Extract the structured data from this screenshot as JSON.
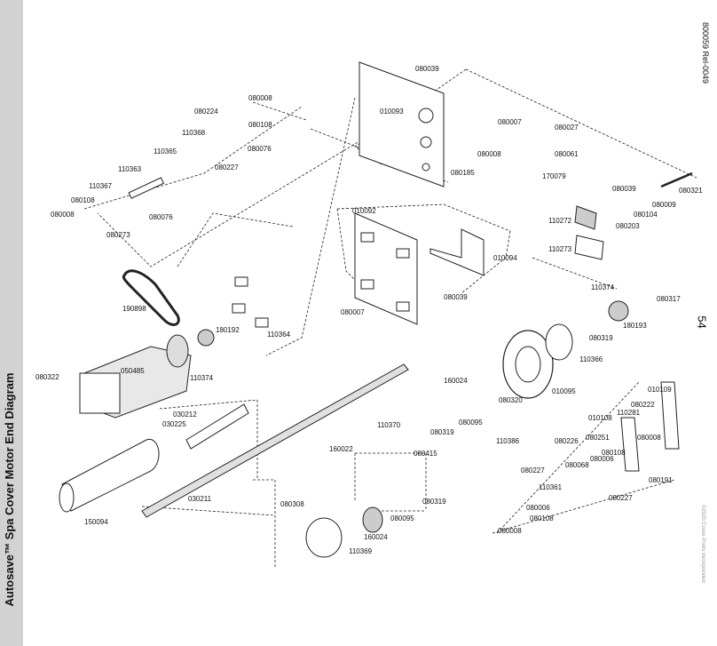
{
  "doc": {
    "title": "Autosave™ Spa Cover Motor End Diagram",
    "code": "800059 Rel-0049",
    "page": "54",
    "copyright": "©2020 Cover-Pools Incorporated"
  },
  "parts": [
    {
      "id": "p-080039a",
      "label": "080039"
    },
    {
      "id": "p-010093",
      "label": "010093"
    },
    {
      "id": "p-080007a",
      "label": "080007"
    },
    {
      "id": "p-080008a",
      "label": "080008"
    },
    {
      "id": "p-080185",
      "label": "080185"
    },
    {
      "id": "p-080224",
      "label": "080224"
    },
    {
      "id": "p-080008b",
      "label": "080008"
    },
    {
      "id": "p-080108a",
      "label": "080108"
    },
    {
      "id": "p-110368",
      "label": "110368"
    },
    {
      "id": "p-080076a",
      "label": "080076"
    },
    {
      "id": "p-110365",
      "label": "110365"
    },
    {
      "id": "p-080227a",
      "label": "080227"
    },
    {
      "id": "p-110363",
      "label": "110363"
    },
    {
      "id": "p-110367",
      "label": "110367"
    },
    {
      "id": "p-080108b",
      "label": "080108"
    },
    {
      "id": "p-080008c",
      "label": "080008"
    },
    {
      "id": "p-080076b",
      "label": "080076"
    },
    {
      "id": "p-080273",
      "label": "080273"
    },
    {
      "id": "p-080027",
      "label": "080027"
    },
    {
      "id": "p-080061",
      "label": "080061"
    },
    {
      "id": "p-170079",
      "label": "170079"
    },
    {
      "id": "p-080039b",
      "label": "080039"
    },
    {
      "id": "p-080321",
      "label": "080321"
    },
    {
      "id": "p-080009",
      "label": "080009"
    },
    {
      "id": "p-080104",
      "label": "080104"
    },
    {
      "id": "p-110272",
      "label": "110272"
    },
    {
      "id": "p-080203",
      "label": "080203"
    },
    {
      "id": "p-110273",
      "label": "110273"
    },
    {
      "id": "p-010092",
      "label": "010092"
    },
    {
      "id": "p-010094",
      "label": "010094"
    },
    {
      "id": "p-080039c",
      "label": "080039"
    },
    {
      "id": "p-080007b",
      "label": "080007"
    },
    {
      "id": "p-190898",
      "label": "190898"
    },
    {
      "id": "p-180192",
      "label": "180192"
    },
    {
      "id": "p-110364",
      "label": "110364"
    },
    {
      "id": "p-050485",
      "label": "050485"
    },
    {
      "id": "p-080322",
      "label": "080322"
    },
    {
      "id": "p-110374a",
      "label": "110374"
    },
    {
      "id": "p-110374b",
      "label": "110374"
    },
    {
      "id": "p-080317",
      "label": "080317"
    },
    {
      "id": "p-080319a",
      "label": "080319"
    },
    {
      "id": "p-180193",
      "label": "180193"
    },
    {
      "id": "p-110366",
      "label": "110366"
    },
    {
      "id": "p-010095",
      "label": "010095"
    },
    {
      "id": "p-160024a",
      "label": "160024"
    },
    {
      "id": "p-080320",
      "label": "080320"
    },
    {
      "id": "p-080095a",
      "label": "080095"
    },
    {
      "id": "p-030212",
      "label": "030212"
    },
    {
      "id": "p-030225",
      "label": "030225"
    },
    {
      "id": "p-110370",
      "label": "110370"
    },
    {
      "id": "p-080319b",
      "label": "080319"
    },
    {
      "id": "p-160022",
      "label": "160022"
    },
    {
      "id": "p-080415",
      "label": "080415"
    },
    {
      "id": "p-030211",
      "label": "030211"
    },
    {
      "id": "p-150094",
      "label": "150094"
    },
    {
      "id": "p-080308",
      "label": "080308"
    },
    {
      "id": "p-080095b",
      "label": "080095"
    },
    {
      "id": "p-080319c",
      "label": "080319"
    },
    {
      "id": "p-160024b",
      "label": "160024"
    },
    {
      "id": "p-110369",
      "label": "110369"
    },
    {
      "id": "p-010109",
      "label": "010109"
    },
    {
      "id": "p-010108",
      "label": "010108"
    },
    {
      "id": "p-110281",
      "label": "110281"
    },
    {
      "id": "p-080222",
      "label": "080222"
    },
    {
      "id": "p-110386",
      "label": "110386"
    },
    {
      "id": "p-080226",
      "label": "080226"
    },
    {
      "id": "p-080251",
      "label": "080251"
    },
    {
      "id": "p-080008d",
      "label": "080008"
    },
    {
      "id": "p-080108c",
      "label": "080108"
    },
    {
      "id": "p-080227b",
      "label": "080227"
    },
    {
      "id": "p-080068",
      "label": "080068"
    },
    {
      "id": "p-080006a",
      "label": "080006"
    },
    {
      "id": "p-080191",
      "label": "080191"
    },
    {
      "id": "p-110361",
      "label": "110361"
    },
    {
      "id": "p-080227c",
      "label": "080227"
    },
    {
      "id": "p-080006b",
      "label": "080006"
    },
    {
      "id": "p-080108d",
      "label": "080108"
    },
    {
      "id": "p-080008e",
      "label": "080008"
    }
  ]
}
